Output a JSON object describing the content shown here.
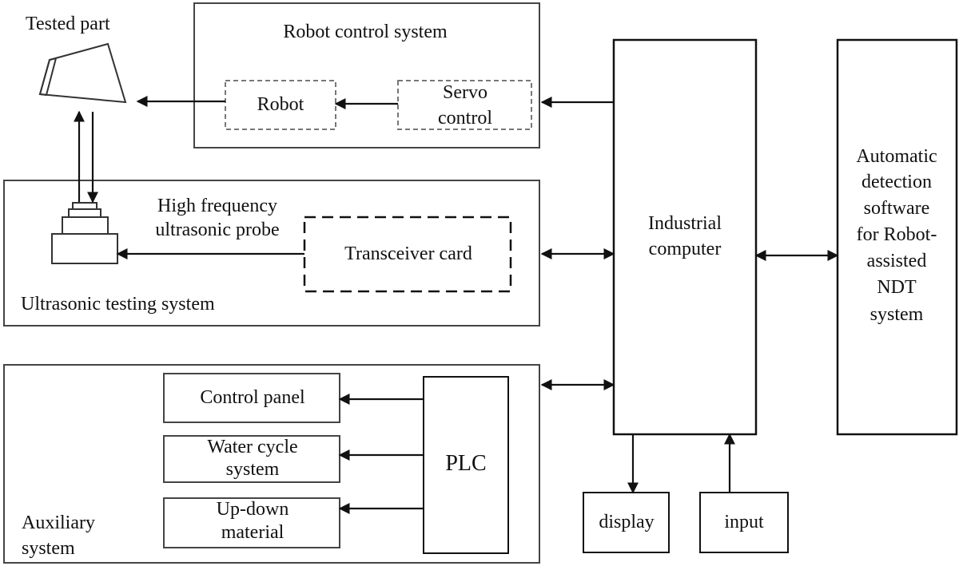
{
  "labels": {
    "tested_part": "Tested part",
    "robot_control_system": "Robot control system",
    "robot": "Robot",
    "servo_line1": "Servo",
    "servo_line2": "control",
    "probe_line1": "High frequency",
    "probe_line2": "ultrasonic probe",
    "transceiver_card": "Transceiver card",
    "ultrasonic_testing_system": "Ultrasonic testing system",
    "industrial_line1": "Industrial",
    "industrial_line2": "computer",
    "software_lines": [
      "Automatic",
      "detection",
      "software",
      "for Robot-",
      "assisted",
      "NDT",
      "system"
    ],
    "control_panel": "Control panel",
    "water_line1": "Water cycle",
    "water_line2": "system",
    "updown_line1": "Up-down",
    "updown_line2": "material",
    "plc": "PLC",
    "auxiliary_line1": "Auxiliary",
    "auxiliary_line2": "system",
    "display": "display",
    "input": "input"
  }
}
